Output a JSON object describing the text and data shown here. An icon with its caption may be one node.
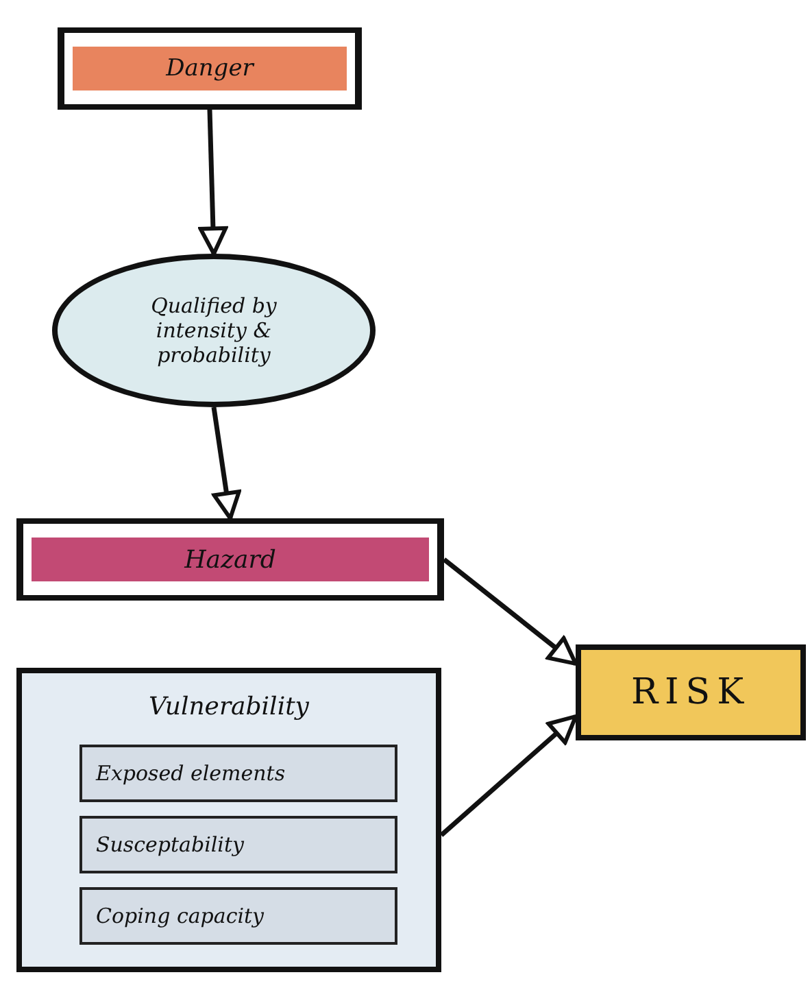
{
  "diagram": {
    "nodes": [
      {
        "text": [
          "Danger"
        ]
      },
      {
        "text": [
          "Qualified by intensity & probability"
        ]
      },
      {
        "text": [
          "Hazard"
        ]
      },
      {
        "text": [
          "Vulnerability"
        ]
      },
      {
        "text": [
          "Exposed elements"
        ],
        "in": 3
      },
      {
        "text": [
          "Susceptability"
        ],
        "in": 3
      },
      {
        "text": [
          "Coping capacity"
        ],
        "in": 3
      },
      {
        "text": [
          "RISK"
        ]
      }
    ],
    "edges": [
      {
        "from": 0,
        "to": 1,
        "arrow": "to"
      },
      {
        "from": 1,
        "to": 2,
        "arrow": "to"
      },
      {
        "from": 2,
        "to": 7,
        "arrow": "to"
      },
      {
        "from": 3,
        "to": 7,
        "arrow": "to"
      }
    ]
  }
}
